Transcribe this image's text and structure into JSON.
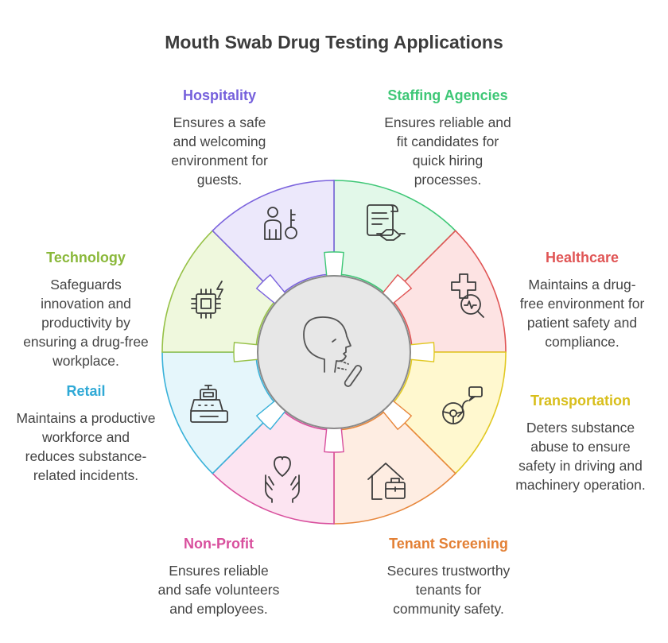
{
  "title": "Mouth Swab Drug Testing Applications",
  "segments": [
    {
      "title": "Staffing Agencies",
      "description": "Ensures reliable and fit candidates for quick hiring processes.",
      "icon": "contract-handshake-icon",
      "fill": "#e2f8e9",
      "stroke": "#3ec776",
      "title_color": "#3ec776"
    },
    {
      "title": "Healthcare",
      "description": "Maintains a drug-free environment for patient safety and compliance.",
      "icon": "medical-cross-search-icon",
      "fill": "#fde3e3",
      "stroke": "#e05555",
      "title_color": "#e05555"
    },
    {
      "title": "Transportation",
      "description": "Deters substance abuse to ensure safety in driving and machinery operation.",
      "icon": "steering-wheel-chat-icon",
      "fill": "#fff8cf",
      "stroke": "#e1c822",
      "title_color": "#d8be1a"
    },
    {
      "title": "Tenant Screening",
      "description": "Secures trustworthy tenants for community safety.",
      "icon": "house-briefcase-icon",
      "fill": "#feede2",
      "stroke": "#e7873c",
      "title_color": "#e38035"
    },
    {
      "title": "Non-Profit",
      "description": "Ensures reliable and safe volunteers and employees.",
      "icon": "heart-hands-icon",
      "fill": "#fce4f1",
      "stroke": "#d84f9d",
      "title_color": "#d84f9d"
    },
    {
      "title": "Retail",
      "description": "Maintains a productive workforce and reduces substance-related incidents.",
      "icon": "cash-register-icon",
      "fill": "#e5f6fb",
      "stroke": "#38b1d9",
      "title_color": "#2fa9d6"
    },
    {
      "title": "Technology",
      "description": "Safeguards innovation and productivity by ensuring a drug-free workplace.",
      "icon": "microchip-icon",
      "fill": "#eff8dd",
      "stroke": "#96c147",
      "title_color": "#8ab83a"
    },
    {
      "title": "Hospitality",
      "description": "Ensures a safe and welcoming environment for guests.",
      "icon": "person-key-icon",
      "fill": "#ece8fb",
      "stroke": "#7b63dd",
      "title_color": "#7560dc"
    }
  ],
  "center": {
    "icon": "mouth-swab-icon",
    "fill": "#e7e7e7",
    "stroke": "#8a8a8a"
  }
}
